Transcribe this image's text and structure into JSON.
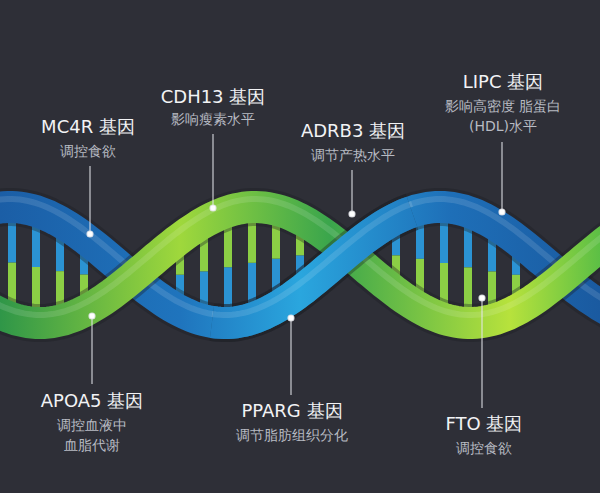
{
  "diagram": {
    "labels": [
      "MC4R 基因",
      "调控食欲",
      "CDH13 基因",
      "影响瘦素水平",
      "ADRB3 基因",
      "调节产热水平",
      "LIPC 基因",
      "影响高密度 脂蛋白(HDL)水平",
      "APOA5 基因",
      "调控血液中 血脂代谢",
      "PPARG 基因",
      "调节脂肪组织分化",
      "FTO 基因",
      "调控食欲"
    ]
  }
}
